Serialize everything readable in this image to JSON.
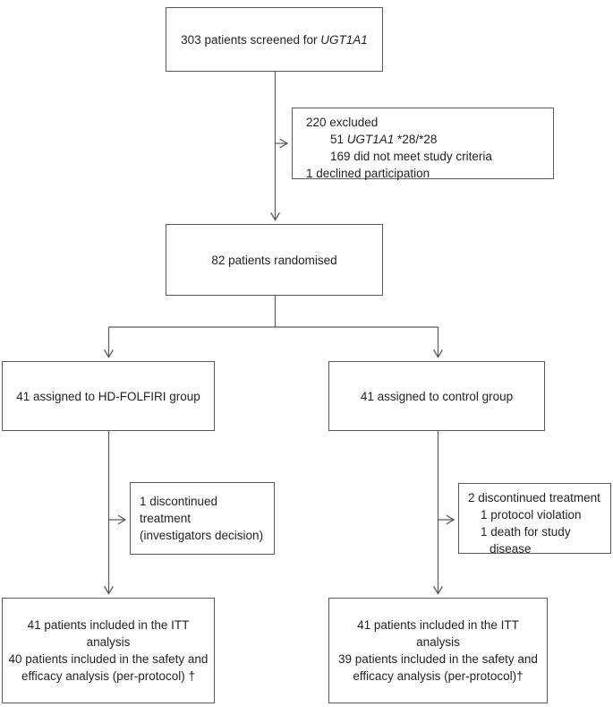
{
  "figure": {
    "type": "consort-flow-diagram",
    "boxes": {
      "screened": {
        "prefix": "303 patients screened for ",
        "gene": "UGT1A1"
      },
      "excluded": {
        "line1": "220 excluded",
        "line2": {
          "prefix": "51 ",
          "gene": "UGT1A1",
          "suffix": " *28/*28"
        },
        "line3": "169 did not meet study criteria",
        "line4": "1 declined participation"
      },
      "randomised": {
        "text": "82 patients randomised"
      },
      "hd_folfiri": {
        "text": "41 assigned to HD-FOLFIRI group"
      },
      "control": {
        "text": "41 assigned to control group"
      },
      "discontinued_left": {
        "line1": "1 discontinued",
        "line2": "treatment",
        "line3": "(investigators decision)"
      },
      "discontinued_right": {
        "line1": "2 discontinued treatment",
        "line2": "1 protocol violation",
        "line3": "1 death for study",
        "line4": "disease"
      },
      "itt_left": {
        "line1": "41 patients included in the ITT",
        "line2": "analysis",
        "line3": "40 patients included in the safety and",
        "line4": "efficacy analysis (per-protocol) †"
      },
      "itt_right": {
        "line1": "41 patients included in the ITT",
        "line2": "analysis",
        "line3": "39 patients included in the safety and",
        "line4": "efficacy analysis (per-protocol)†"
      }
    },
    "colors": {
      "border": "#58595b",
      "connector_line": "#58595b",
      "text": "#231f20",
      "background": "#ffffff"
    }
  }
}
